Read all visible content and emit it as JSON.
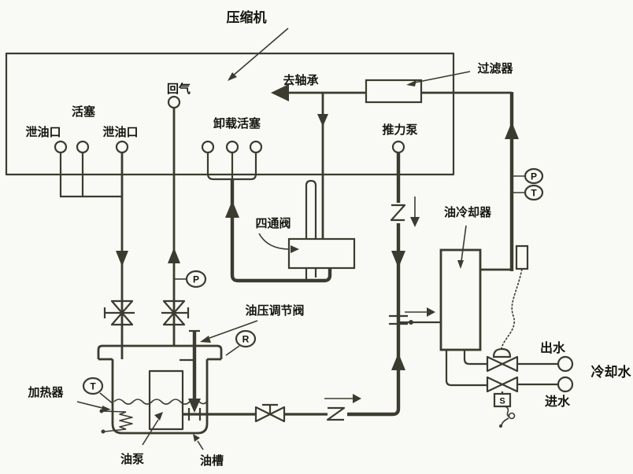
{
  "colors": {
    "line": "#3b3b2f",
    "text": "#16160f",
    "bg": "#f9f9f5"
  },
  "labels": {
    "compressor": "压缩机",
    "return_gas": "回气",
    "piston": "活塞",
    "drain_port_left": "泄油口",
    "drain_port_right": "泄油口",
    "unloading_piston": "卸载活塞",
    "to_bearing": "去轴承",
    "filter": "过滤器",
    "thrust_pump": "推力泵",
    "four_way_valve": "四通阀",
    "oil_cooler": "油冷却器",
    "oil_pressure_regulating_valve": "油压调节阀",
    "heater": "加热器",
    "oil_pump": "油泵",
    "oil_tank": "油槽",
    "water_out": "出水",
    "cooling_water": "冷却水",
    "water_in": "进水"
  },
  "gauges": {
    "suction_pressure": "P",
    "discharge_pressure": "P",
    "discharge_temperature": "T",
    "regulator": "R",
    "tank_temperature": "T",
    "solenoid": "S"
  }
}
